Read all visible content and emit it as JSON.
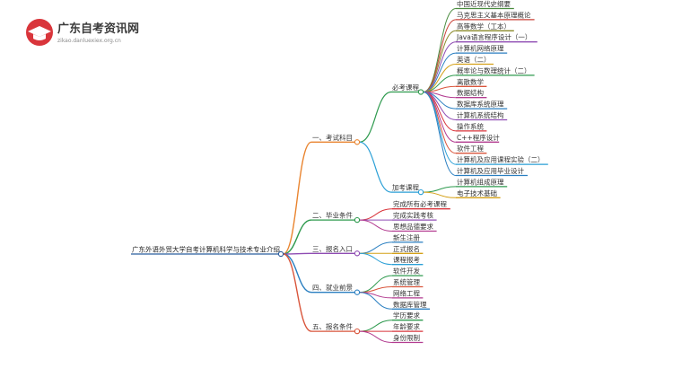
{
  "brand": {
    "title": "广东自考资讯网",
    "subtitle": "zikao.danluexiex.org.cn",
    "logo_color": "#d9353b"
  },
  "root": "广东外语外贸大学自考计算机科学与技术专业介绍",
  "branches": [
    {
      "label": "一、考试科目",
      "color": "#e9842f",
      "children": [
        {
          "label": "必考课程",
          "color": "#2e9a4e",
          "children": [
            {
              "label": "中国近现代史纲要",
              "color": "#4a8c3f"
            },
            {
              "label": "马克思主义基本原理概论",
              "color": "#c94137"
            },
            {
              "label": "高等数学（工本）",
              "color": "#8a8a2a"
            },
            {
              "label": "Java语言程序设计（一）",
              "color": "#8f4cb3"
            },
            {
              "label": "计算机网络原理",
              "color": "#2a7fc1"
            },
            {
              "label": "英语（二）",
              "color": "#d4a017"
            },
            {
              "label": "概率论与数理统计（二）",
              "color": "#2e9a4e"
            },
            {
              "label": "离散数学",
              "color": "#d9553b"
            },
            {
              "label": "数据结构",
              "color": "#b23a8f"
            },
            {
              "label": "数据库系统原理",
              "color": "#2a7fc1"
            },
            {
              "label": "计算机系统结构",
              "color": "#8f4cb3"
            },
            {
              "label": "操作系统",
              "color": "#d9353b"
            },
            {
              "label": "C++程序设计",
              "color": "#b23a8f"
            },
            {
              "label": "软件工程",
              "color": "#d9553b"
            },
            {
              "label": "计算机及应用课程实验（二）",
              "color": "#2a9fd6"
            },
            {
              "label": "计算机及应用毕业设计",
              "color": "#2a7fc1"
            }
          ]
        },
        {
          "label": "加考课程",
          "color": "#2a9fd6",
          "children": [
            {
              "label": "计算机组成原理",
              "color": "#2e9a4e"
            },
            {
              "label": "电子技术基础",
              "color": "#d4a017"
            }
          ]
        }
      ]
    },
    {
      "label": "二、毕业条件",
      "color": "#2e9a4e",
      "children": [
        {
          "label": "完成所有必考课程",
          "color": "#d9353b"
        },
        {
          "label": "完成实践考核",
          "color": "#8f4cb3"
        },
        {
          "label": "思想品德要求",
          "color": "#b23a8f"
        }
      ]
    },
    {
      "label": "三、报名入口",
      "color": "#8f4cb3",
      "children": [
        {
          "label": "新生注册",
          "color": "#2a7fc1"
        },
        {
          "label": "正式报名",
          "color": "#d4a017"
        },
        {
          "label": "课程报考",
          "color": "#2a9fd6"
        }
      ]
    },
    {
      "label": "四、就业前景",
      "color": "#2a7fc1",
      "children": [
        {
          "label": "软件开发",
          "color": "#2e9a4e"
        },
        {
          "label": "系统管理",
          "color": "#d9553b"
        },
        {
          "label": "网络工程",
          "color": "#b23a8f"
        },
        {
          "label": "数据库管理",
          "color": "#2a7fc1"
        }
      ]
    },
    {
      "label": "五、报名条件",
      "color": "#d9553b",
      "children": [
        {
          "label": "学历要求",
          "color": "#2e9a4e"
        },
        {
          "label": "年龄要求",
          "color": "#d9353b"
        },
        {
          "label": "身份限制",
          "color": "#b23a8f"
        }
      ]
    }
  ]
}
